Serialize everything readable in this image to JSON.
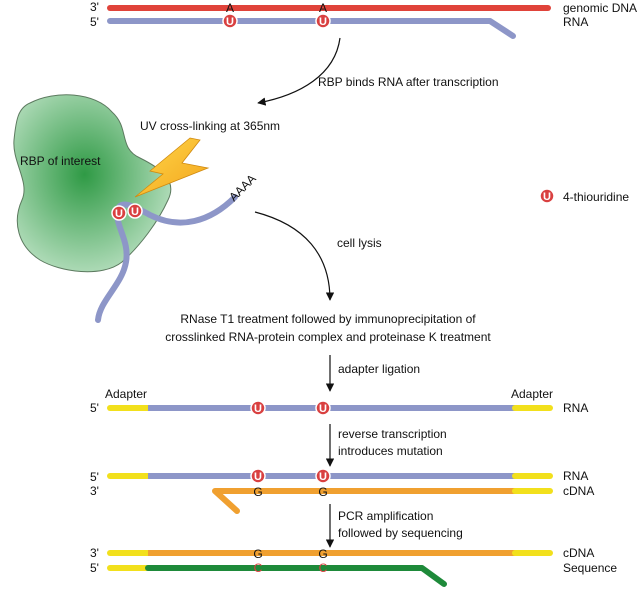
{
  "labels": {
    "genomic_dna": "genomic DNA",
    "rna": "RNA",
    "cdna": "cDNA",
    "sequence": "Sequence",
    "three_prime": "3'",
    "five_prime": "5'",
    "adapter": "Adapter",
    "rbp": "RBP of interest",
    "aaaa": "AAAA",
    "uv": "UV cross-linking at 365nm",
    "legend_4su": "4-thiouridine",
    "nuc_a": "A",
    "nuc_u": "U",
    "nuc_g": "G",
    "nuc_c": "C"
  },
  "steps": {
    "binds": "RBP binds RNA after transcription",
    "lysis": "cell lysis",
    "rnase_line1": "RNase T1 treatment followed by immunoprecipitation of",
    "rnase_line2": "crosslinked RNA-protein complex and proteinase K treatment",
    "adapter_ligation": "adapter ligation",
    "rt_line1": "reverse transcription",
    "rt_line2": "introduces mutation",
    "pcr_line1": "PCR amplification",
    "pcr_line2": "followed by sequencing"
  },
  "colors": {
    "genomic_dna": "#e0433a",
    "rna": "#8d96c8",
    "adapter": "#f2e01c",
    "cdna": "#f0a030",
    "sequence": "#1e8a3a",
    "uridine": "#d94040",
    "protein": "#5fb870",
    "lightning": "#f5b820"
  }
}
